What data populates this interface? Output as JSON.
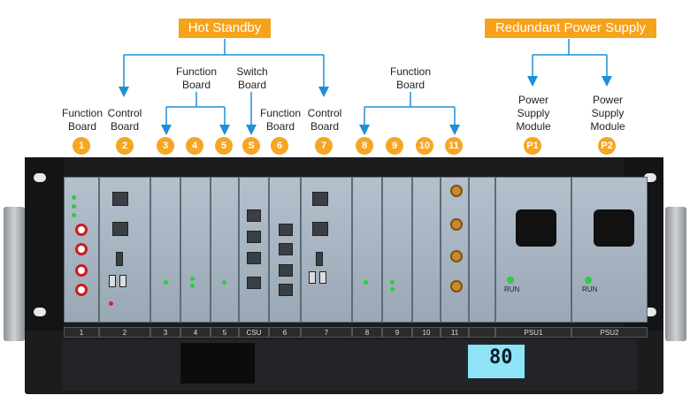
{
  "banners": {
    "hot_standby": "Hot Standby",
    "redundant_power": "Redundant Power Supply"
  },
  "labels": {
    "function_board_1": [
      "Function",
      "Board"
    ],
    "control_board_2": [
      "Control",
      "Board"
    ],
    "function_board_345": [
      "Function",
      "Board"
    ],
    "switch_board": [
      "Switch",
      "Board"
    ],
    "function_board_6": [
      "Function",
      "Board"
    ],
    "control_board_7": [
      "Control",
      "Board"
    ],
    "function_board_8_11": [
      "Function",
      "Board"
    ],
    "psu_1": [
      "Power",
      "Supply",
      "Module"
    ],
    "psu_2": [
      "Power",
      "Supply",
      "Module"
    ]
  },
  "badges": [
    "1",
    "2",
    "3",
    "4",
    "5",
    "S",
    "6",
    "7",
    "8",
    "9",
    "10",
    "11",
    "P1",
    "P2"
  ],
  "slot_labels": [
    "1",
    "2",
    "3",
    "4",
    "5",
    "CSU",
    "6",
    "7",
    "8",
    "9",
    "10",
    "11",
    "PSU1",
    "PSU2"
  ],
  "psu_run_label": "RUN",
  "lcd_text": "80",
  "colors": {
    "accent": "#f7a21b",
    "arrow": "#1f8fd6",
    "chassis": "#1b1c1e",
    "board": "#a8b6c4"
  }
}
